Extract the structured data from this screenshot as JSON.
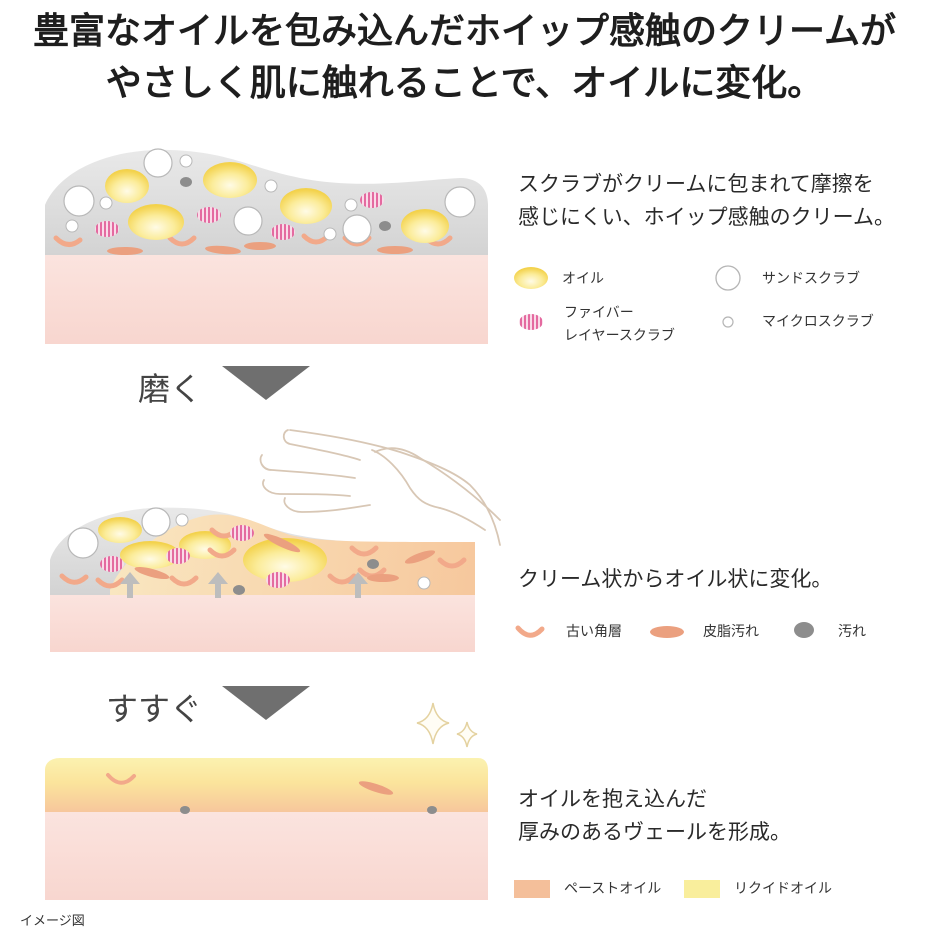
{
  "headline": {
    "line1": "豊富なオイルを包み込んだホイップ感触のクリームが",
    "line2": "やさしく肌に触れることで、オイルに変化。"
  },
  "stage1": {
    "description_line1": "スクラブがクリームに包まれて摩擦を",
    "description_line2": "感じにくい、ホイップ感触のクリーム。",
    "legend": {
      "oil": "オイル",
      "sand_scrub": "サンドスクラブ",
      "fiber_layer_scrub_line1": "ファイバー",
      "fiber_layer_scrub_line2": "レイヤースクラブ",
      "micro_scrub": "マイクロスクラブ"
    }
  },
  "step1_label": "磨く",
  "stage2": {
    "description": "クリーム状からオイル状に変化。",
    "legend": {
      "old_keratin": "古い角層",
      "sebum_dirt": "皮脂汚れ",
      "dirt": "汚れ"
    }
  },
  "step2_label": "すすぐ",
  "stage3": {
    "description_line1": "オイルを抱え込んだ",
    "description_line2": "厚みのあるヴェールを形成。",
    "legend": {
      "paste_oil": "ペーストオイル",
      "liquid_oil": "リクイドオイル"
    }
  },
  "caption": "イメージ図",
  "colors": {
    "skin": "#f8dcd6",
    "cream": "#dcdcdc",
    "oil": "#f7e07a",
    "paste_oil": "#f4bf9a",
    "liquid_oil": "#f9ee9c",
    "keratin": "#f2a98a",
    "dirt": "#8d8d8d",
    "fiber": "#e46aa0",
    "arrow": "#6f6f6f",
    "sparkle": "#e8d7a6"
  }
}
